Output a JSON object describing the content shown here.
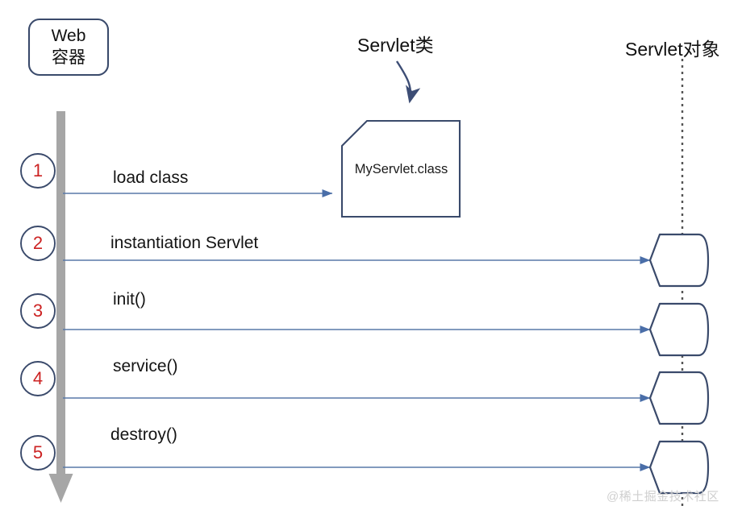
{
  "diagram": {
    "title_nodes": {
      "web_container": {
        "line1": "Web",
        "line2": "容器"
      },
      "servlet_class": "Servlet类",
      "servlet_object": "Servlet对象",
      "class_file": "MyServlet.class"
    },
    "steps": [
      {
        "number": "1",
        "label": "load class"
      },
      {
        "number": "2",
        "label": "instantiation Servlet"
      },
      {
        "number": "3",
        "label": "init()"
      },
      {
        "number": "4",
        "label": "service()"
      },
      {
        "number": "5",
        "label": "destroy()"
      }
    ],
    "watermark": "@稀土掘金技术社区",
    "colors": {
      "outline": "#3a4a6b",
      "arrow": "#5878a8",
      "lifeline_bar": "#a6a6a6",
      "lifeline_dotted": "#555555",
      "number_red": "#cc2222",
      "text": "#141414",
      "watermark": "#cfcfcf"
    }
  }
}
